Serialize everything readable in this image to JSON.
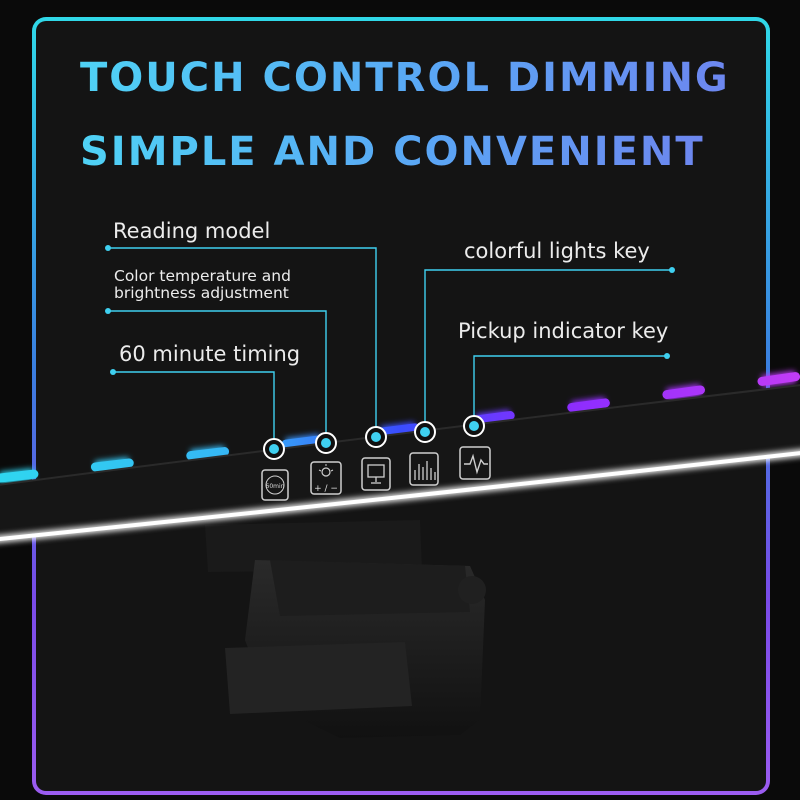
{
  "headline": {
    "line1": "TOUCH CONTROL DIMMING",
    "line2": "SIMPLE AND CONVENIENT"
  },
  "callouts": {
    "reading_model": "Reading model",
    "color_temperature_line1": "Color temperature and",
    "color_temperature_line2": "brightness adjustment",
    "timing": "60 minute timing",
    "colorful_lights": "colorful lights key",
    "pickup_indicator": "Pickup indicator key"
  },
  "buttons": {
    "timer_icon_text": "60min",
    "brightness_signs": "+ / −"
  },
  "colors": {
    "accent_cyan": "#3fd0f0",
    "accent_blue": "#3a5bff",
    "accent_purple": "#9a3cf5",
    "callout_line": "#3fd0f0"
  }
}
